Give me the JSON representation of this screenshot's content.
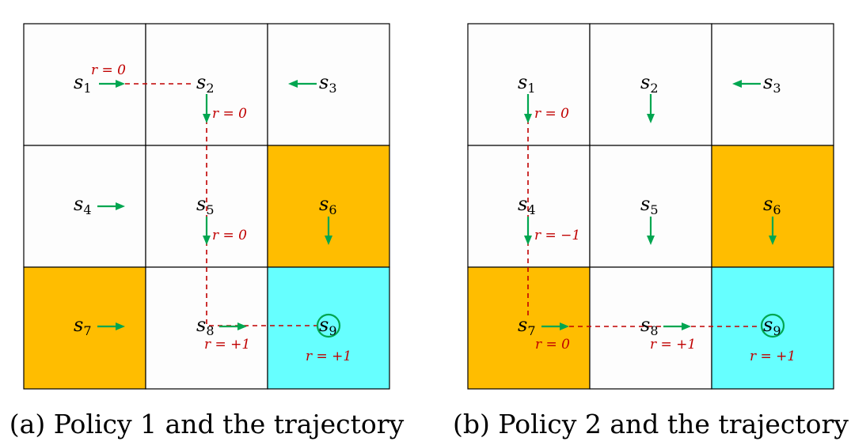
{
  "colors": {
    "plain": "#fdfdfd",
    "forbidden": "#ffbd00",
    "target": "#66ffff",
    "action": "#00a650",
    "trajectory": "#c00000"
  },
  "panels": [
    {
      "caption": "(a) Policy 1 and the trajectory",
      "cells": [
        "plain",
        "plain",
        "plain",
        "plain",
        "plain",
        "forbidden",
        "forbidden",
        "plain",
        "target"
      ],
      "states": [
        {
          "base": "s",
          "sub": "1",
          "action": "right"
        },
        {
          "base": "s",
          "sub": "2",
          "action": "down"
        },
        {
          "base": "s",
          "sub": "3",
          "action": "left"
        },
        {
          "base": "s",
          "sub": "4",
          "action": "right"
        },
        {
          "base": "s",
          "sub": "5",
          "action": "down"
        },
        {
          "base": "s",
          "sub": "6",
          "action": "down"
        },
        {
          "base": "s",
          "sub": "7",
          "action": "right"
        },
        {
          "base": "s",
          "sub": "8",
          "action": "right"
        },
        {
          "base": "s",
          "sub": "9",
          "action": "stay"
        }
      ],
      "trajectory": [
        1,
        2,
        5,
        8,
        9
      ],
      "rewards": [
        "r = 0",
        "r = 0",
        "r = 0",
        "r = +1",
        "r = +1"
      ]
    },
    {
      "caption": "(b) Policy 2 and the trajectory",
      "cells": [
        "plain",
        "plain",
        "plain",
        "plain",
        "plain",
        "forbidden",
        "forbidden",
        "plain",
        "target"
      ],
      "states": [
        {
          "base": "s",
          "sub": "1",
          "action": "down"
        },
        {
          "base": "s",
          "sub": "2",
          "action": "down"
        },
        {
          "base": "s",
          "sub": "3",
          "action": "left"
        },
        {
          "base": "s",
          "sub": "4",
          "action": "down"
        },
        {
          "base": "s",
          "sub": "5",
          "action": "down"
        },
        {
          "base": "s",
          "sub": "6",
          "action": "down"
        },
        {
          "base": "s",
          "sub": "7",
          "action": "right"
        },
        {
          "base": "s",
          "sub": "8",
          "action": "right"
        },
        {
          "base": "s",
          "sub": "9",
          "action": "stay"
        }
      ],
      "trajectory": [
        1,
        4,
        7,
        8,
        9
      ],
      "rewards": [
        "r = 0",
        "r = −1",
        "r = 0",
        "r = +1",
        "r = +1"
      ]
    }
  ]
}
